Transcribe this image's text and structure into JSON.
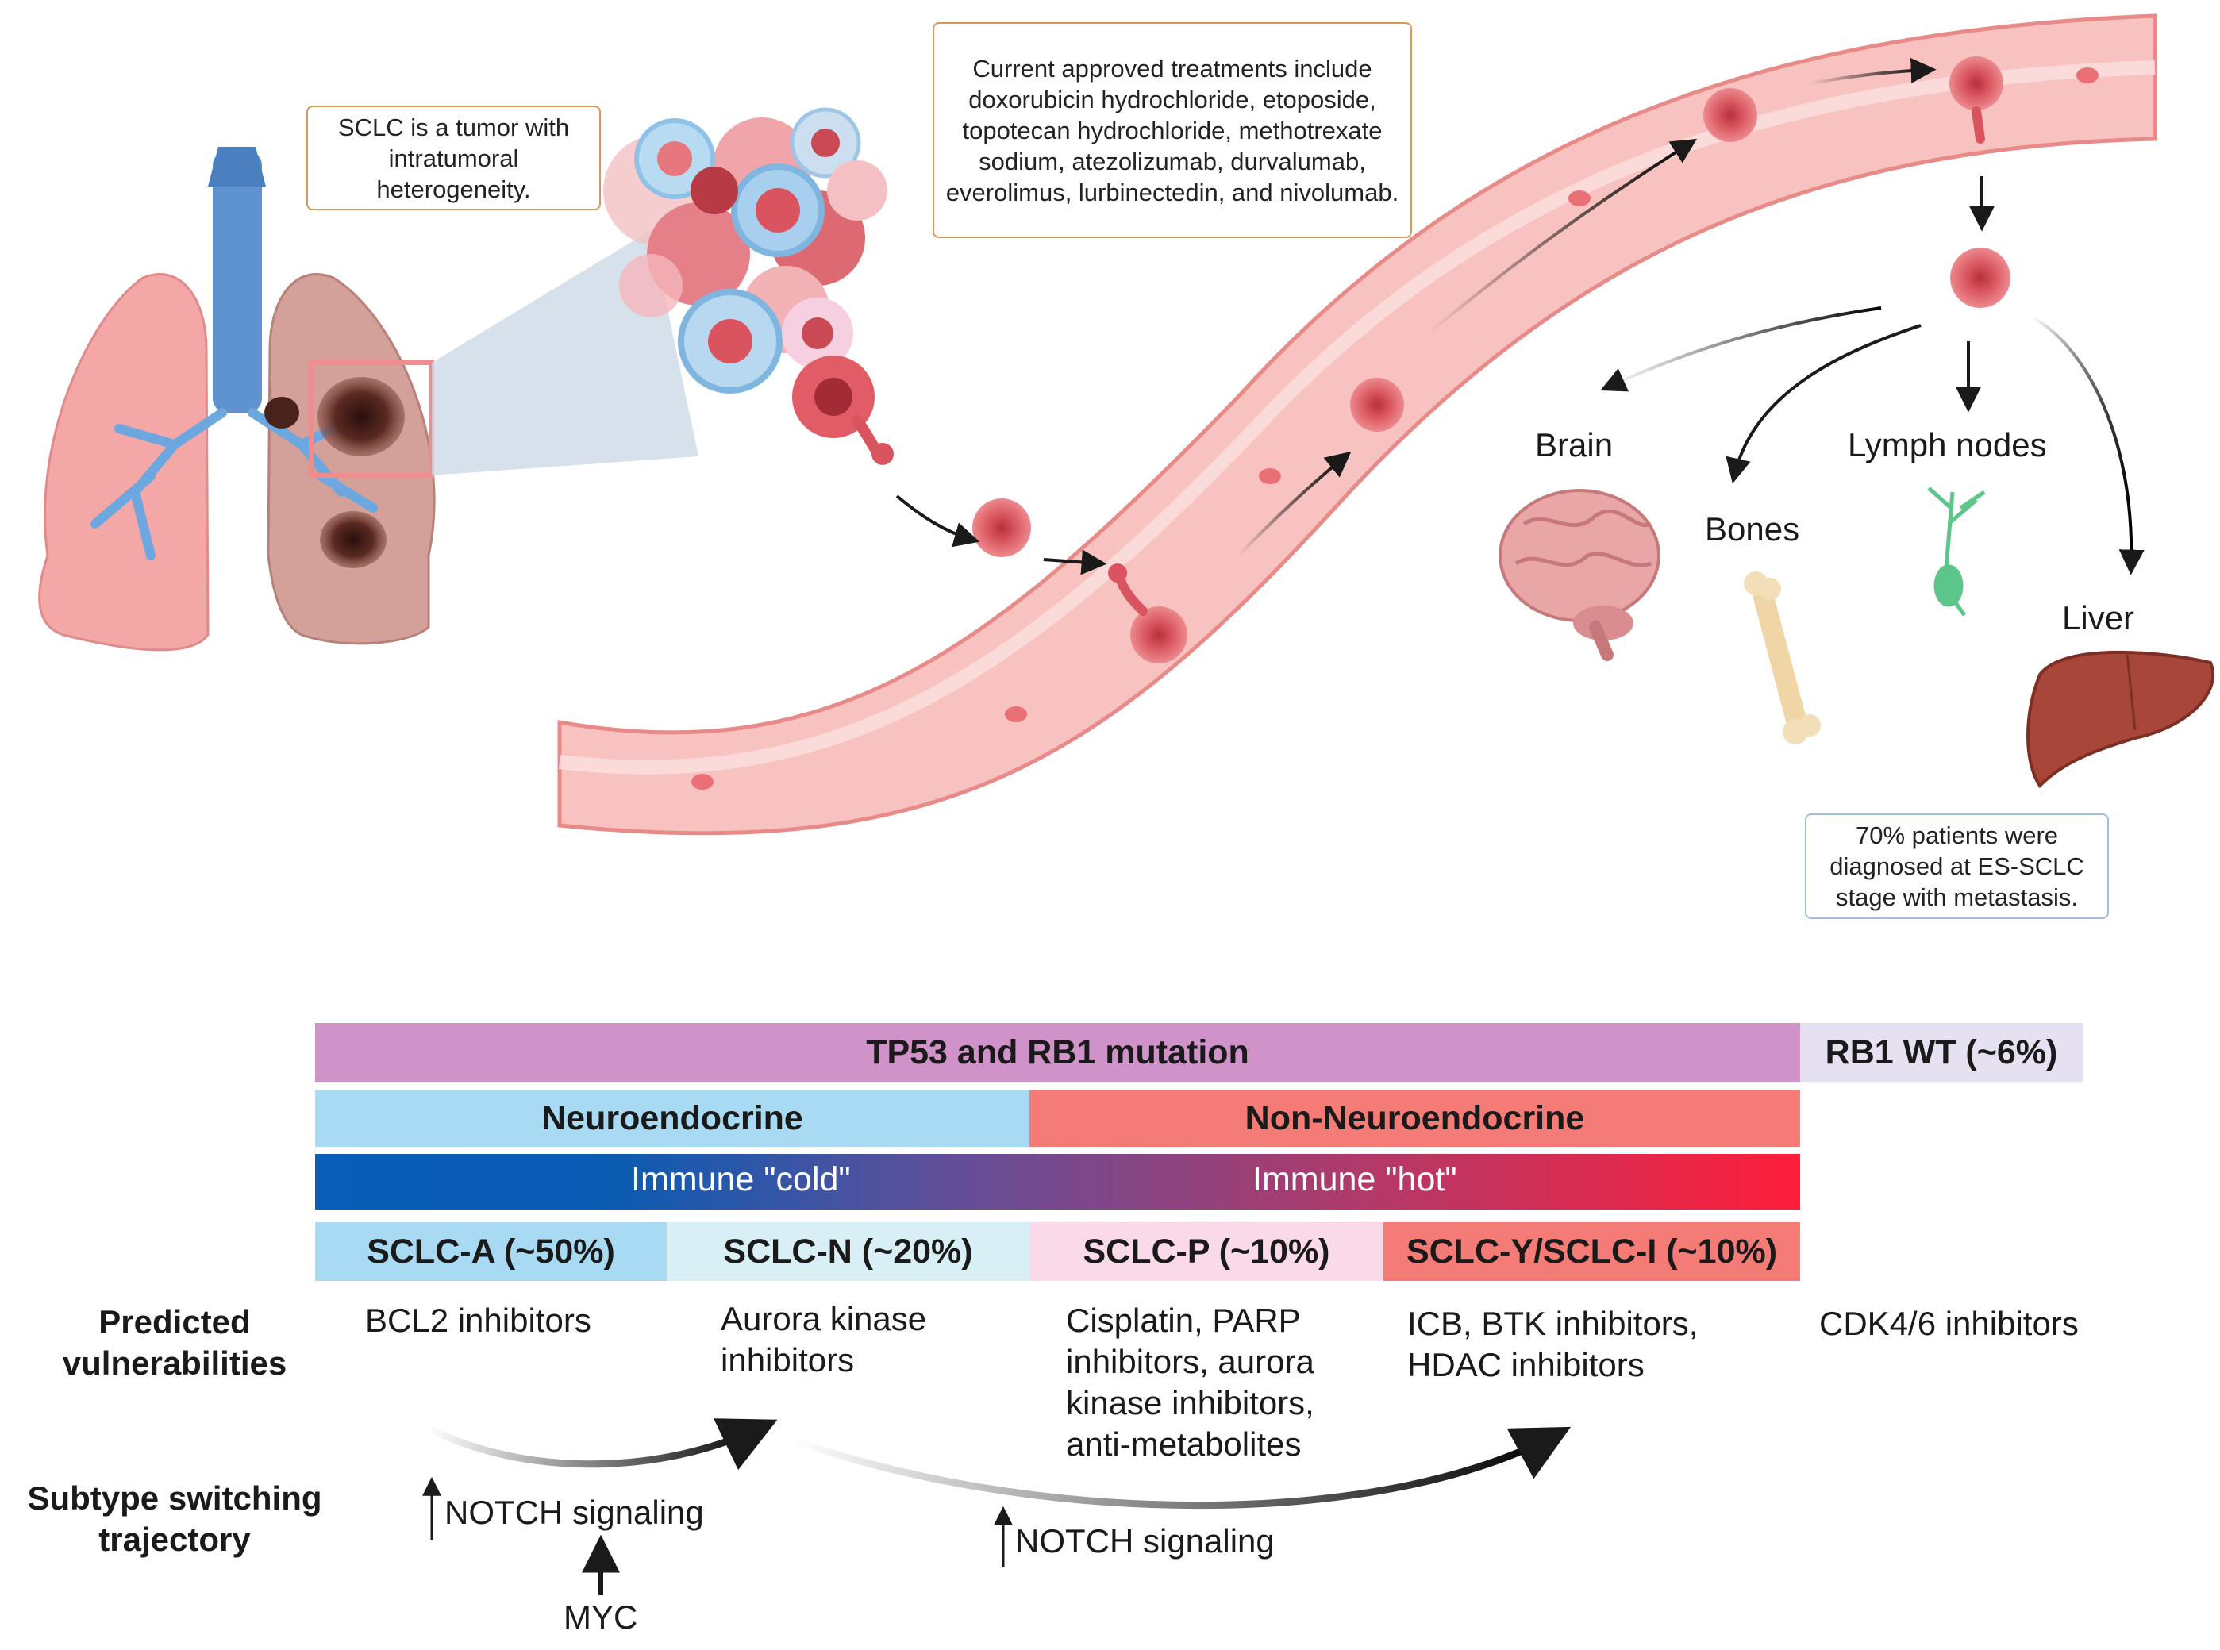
{
  "callouts": {
    "heterogeneity": "SCLC is a tumor with intratumoral heterogeneity.",
    "treatments": "Current approved treatments include doxorubicin hydrochloride, etoposide, topotecan hydrochloride, methotrexate sodium, atezolizumab, durvalumab, everolimus, lurbinectedin, and nivolumab.",
    "diagnosis": "70%  patients were diagnosed at ES-SCLC stage with metastasis."
  },
  "organs": {
    "brain": "Brain",
    "bones": "Bones",
    "lymph": "Lymph nodes",
    "liver": "Liver"
  },
  "classification": {
    "mutation": "TP53 and RB1 mutation",
    "rb1_wt": "RB1 WT (~6%)",
    "neuroendocrine": "Neuroendocrine",
    "non_neuroendocrine": "Non-Neuroendocrine",
    "immune_cold": "Immune \"cold\"",
    "immune_hot": "Immune \"hot\"",
    "subtypes": [
      "SCLC-A (~50%)",
      "SCLC-N (~20%)",
      "SCLC-P (~10%)",
      "SCLC-Y/SCLC-I (~10%)"
    ]
  },
  "rows": {
    "vulnerabilities": "Predicted vulnerabilities",
    "switching": "Subtype switching trajectory"
  },
  "vulnerabilities": [
    "BCL2 inhibitors",
    "Aurora kinase inhibitors",
    "Cisplatin, PARP inhibitors, aurora kinase inhibitors, anti-metabolites",
    "ICB, BTK inhibitors, HDAC inhibitors",
    "CDK4/6 inhibitors"
  ],
  "switching": {
    "notch_1": "NOTCH signaling",
    "notch_2": "NOTCH signaling",
    "myc": "MYC"
  },
  "colors": {
    "mutation_band": "#cf93c9",
    "rb1_band": "#e6e1f1",
    "neuro_band": "#a8daf3",
    "non_neuro_band": "#f47b76",
    "cold": "#0a5db8",
    "hot": "#ff1e3a",
    "scla": "#a8daf3",
    "scln": "#d8f0f5",
    "sclp": "#fad9e9",
    "scly": "#f47b76",
    "vessel": "#f7c2c0",
    "tumor_cell": "#d9545e"
  },
  "icons": [
    "lungs-icon",
    "tumor-cluster-icon",
    "blood-vessel-icon",
    "brain-icon",
    "bone-icon",
    "neuron-icon",
    "liver-icon"
  ]
}
